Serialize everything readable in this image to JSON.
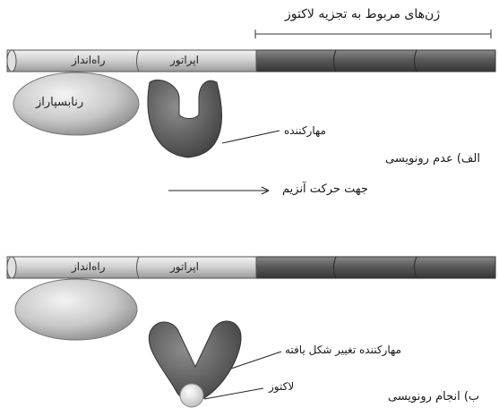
{
  "diagram": {
    "genes_label": "ژن‌های مربوط به تجزیه لاکتوز",
    "panel_a": {
      "promoter_label": "راه‌انداز",
      "operator_label": "اپراتور",
      "polymerase_label": "رنابسپاراز",
      "repressor_label": "مهارکننده",
      "caption": "الف) عدم رونویسی",
      "direction_label": "جهت حرکت آنزیم"
    },
    "panel_b": {
      "promoter_label": "راه‌انداز",
      "operator_label": "اپراتور",
      "repressor_label": "مهارکننده تغییر شکل یافته",
      "lactose_label": "لاکتوز",
      "caption": "ب) انجام رونویسی"
    },
    "colors": {
      "light_dna": "#cfcfcf",
      "dark_dna": "#5b5b5b",
      "repressor": "#5f5f5f",
      "polymerase": "#c9c9c9",
      "lactose": "#e6e6e6"
    }
  }
}
